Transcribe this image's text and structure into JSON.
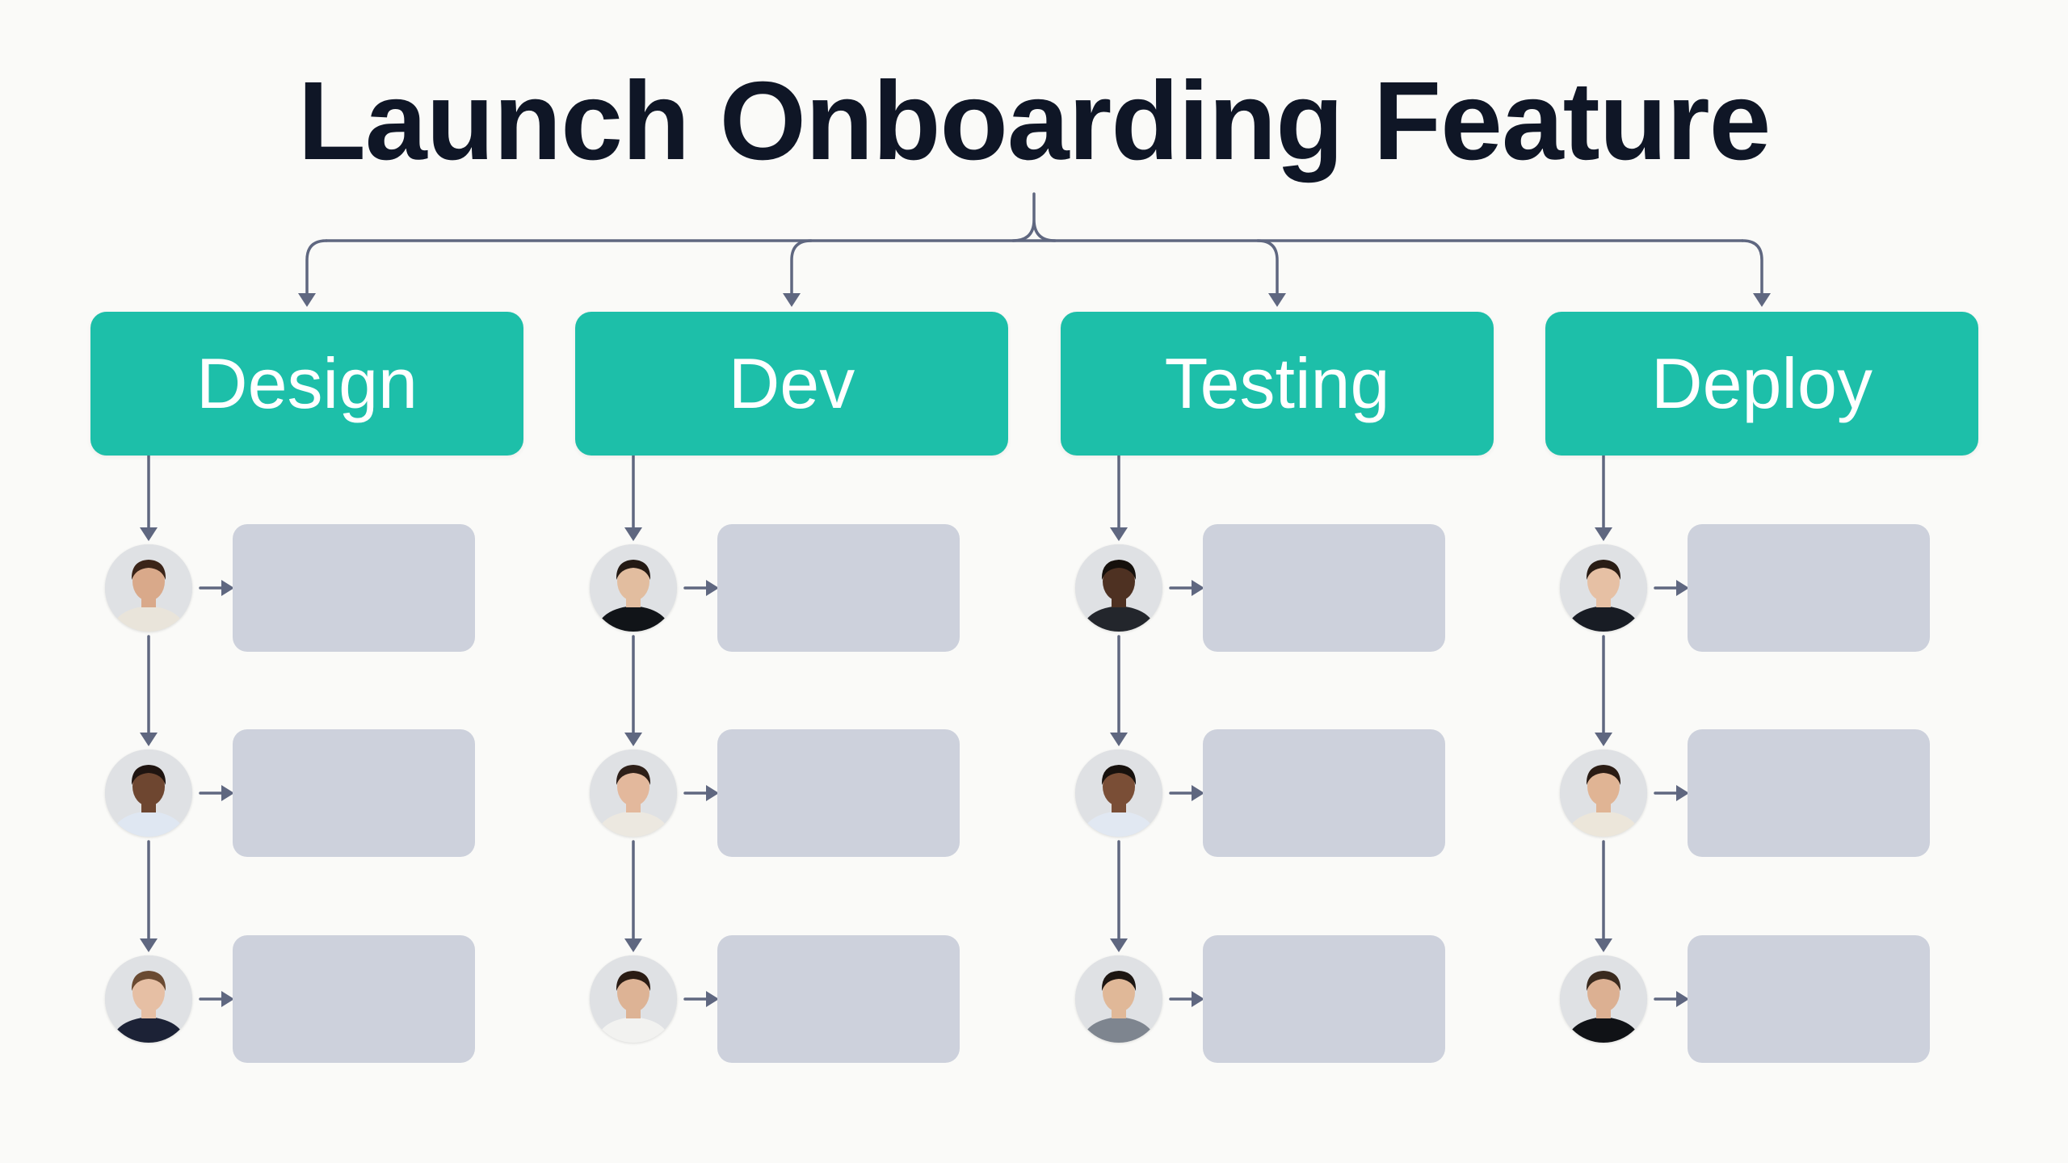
{
  "title": "Launch Onboarding Feature",
  "colors": {
    "background": "#fafaf8",
    "title": "#0f1626",
    "phase": "#1dbfa9",
    "connector": "#5f6780",
    "task_placeholder": "#cdd1dc"
  },
  "phases": [
    {
      "label": "Design",
      "members": [
        {
          "avatar": "woman-long-hair-avatar",
          "skin": "#d9a98a",
          "hair": "#3b2418",
          "shirt": "#e9e4da"
        },
        {
          "avatar": "man-beard-avatar",
          "skin": "#6e4630",
          "hair": "#1f1410",
          "shirt": "#dfe7f2"
        },
        {
          "avatar": "man-short-hair-avatar",
          "skin": "#e6bfa4",
          "hair": "#6a4a32",
          "shirt": "#1c2236"
        }
      ]
    },
    {
      "label": "Dev",
      "members": [
        {
          "avatar": "man-black-shirt-avatar",
          "skin": "#e2bd9f",
          "hair": "#241a14",
          "shirt": "#111418"
        },
        {
          "avatar": "woman-dark-hair-avatar",
          "skin": "#e3b89c",
          "hair": "#2e1f18",
          "shirt": "#ece8e0"
        },
        {
          "avatar": "man-glasses-avatar",
          "skin": "#ddb395",
          "hair": "#2a1c14",
          "shirt": "#f2f2f0"
        }
      ]
    },
    {
      "label": "Testing",
      "members": [
        {
          "avatar": "man-dark-skin-avatar",
          "skin": "#4e3122",
          "hair": "#15100c",
          "shirt": "#23262c"
        },
        {
          "avatar": "man-smiling-avatar",
          "skin": "#7a4e36",
          "hair": "#17110d",
          "shirt": "#e1e8f2"
        },
        {
          "avatar": "man-gray-shirt-avatar",
          "skin": "#e0b898",
          "hair": "#1d1612",
          "shirt": "#7e858f"
        }
      ]
    },
    {
      "label": "Deploy",
      "members": [
        {
          "avatar": "man-dark-shirt-avatar",
          "skin": "#e6c0a4",
          "hair": "#2a1d15",
          "shirt": "#181c24"
        },
        {
          "avatar": "woman-smiling-avatar",
          "skin": "#e0b494",
          "hair": "#2b1c14",
          "shirt": "#ece6da"
        },
        {
          "avatar": "man-black-tee-avatar",
          "skin": "#dcb092",
          "hair": "#3a2a1e",
          "shirt": "#101216"
        }
      ]
    }
  ]
}
